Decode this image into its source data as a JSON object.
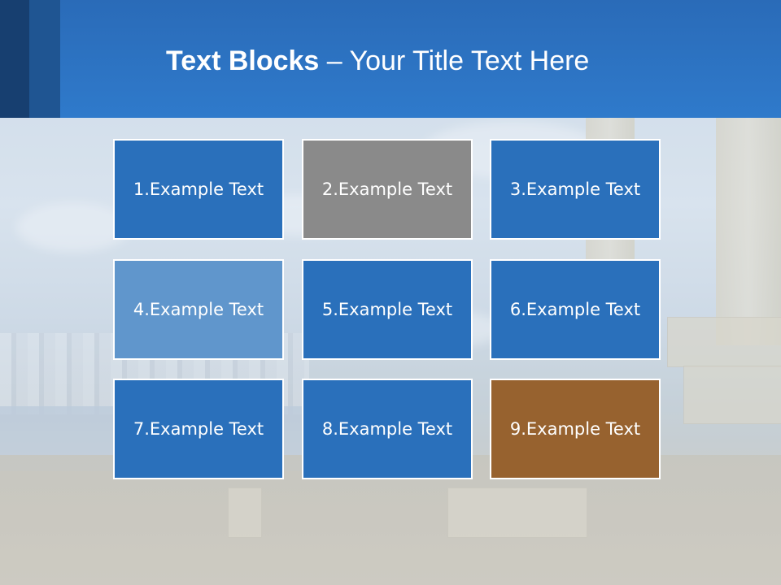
{
  "title": {
    "bold": "Text Blocks",
    "dash": " – ",
    "rest": "Your Title Text Here"
  },
  "blocks": [
    {
      "label": "1.Example Text",
      "color": "#2a70bb"
    },
    {
      "label": "2.Example Text",
      "color": "#8a8a8a"
    },
    {
      "label": "3.Example Text",
      "color": "#2a70bb"
    },
    {
      "label": "4.Example Text",
      "color": "#6096cc"
    },
    {
      "label": "5.Example Text",
      "color": "#2a70bb"
    },
    {
      "label": "6.Example Text",
      "color": "#2a70bb"
    },
    {
      "label": "7.Example Text",
      "color": "#2a70bb"
    },
    {
      "label": "8.Example Text",
      "color": "#2a70bb"
    },
    {
      "label": "9.Example Text",
      "color": "#97622f"
    }
  ],
  "colors": {
    "header": "#2f7acb",
    "accent_dark": "#173f70",
    "accent_mid": "#1f5592"
  }
}
